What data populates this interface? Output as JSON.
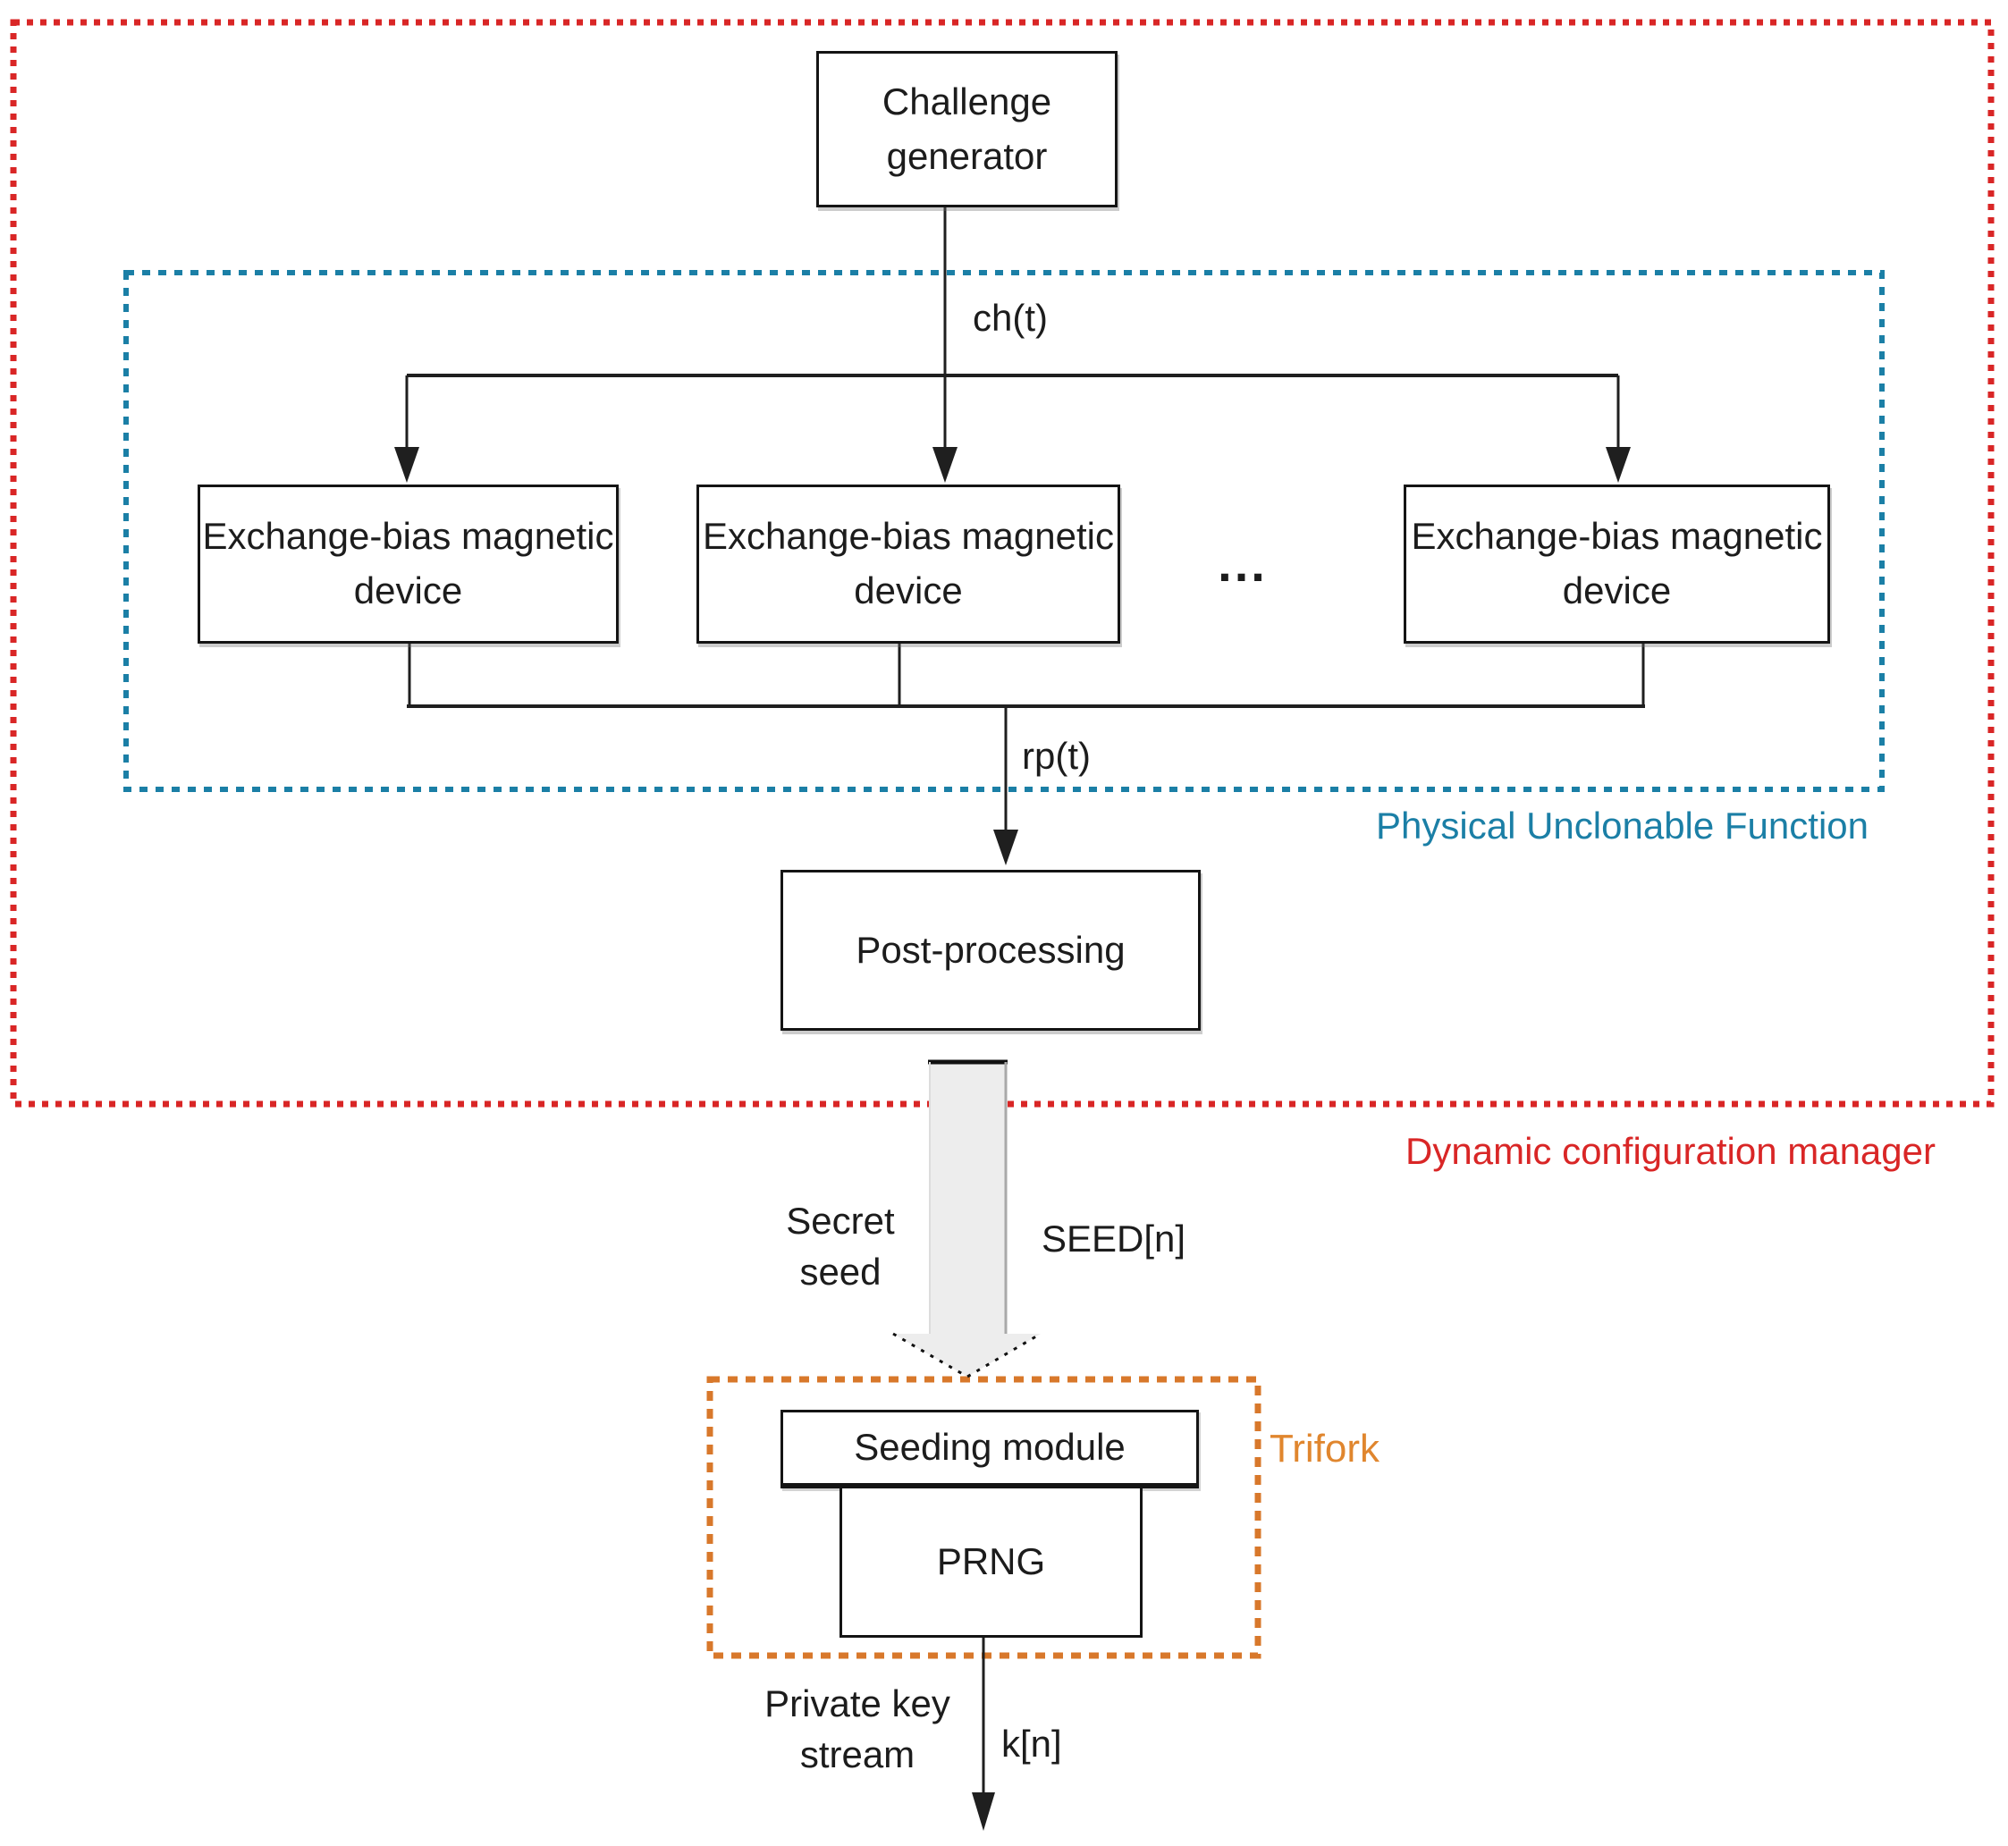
{
  "colors": {
    "red": "#d92626",
    "blue": "#1b7fa6",
    "orange": "#d8782b",
    "orange_label": "#e0862e",
    "line": "#1f1f1f",
    "box_border": "#141414",
    "text": "#1c1c1c",
    "arrow_fill": "#ededed",
    "arrow_edge": "#a9a9a9"
  },
  "regions": {
    "dynamic_config": {
      "label": "Dynamic configuration manager"
    },
    "puf": {
      "label": "Physical Unclonable Function"
    },
    "trifork": {
      "label": "Trifork"
    }
  },
  "nodes": {
    "challenge": {
      "label": "Challenge generator"
    },
    "devices": [
      {
        "label": "Exchange-bias magnetic device"
      },
      {
        "label": "Exchange-bias magnetic device"
      },
      {
        "label": "Exchange-bias magnetic device"
      }
    ],
    "ellipsis": "...",
    "post": {
      "label": "Post-processing"
    },
    "seeding": {
      "label": "Seeding module"
    },
    "prng": {
      "label": "PRNG"
    }
  },
  "edge_labels": {
    "ch": "ch(t)",
    "rp": "rp(t)",
    "seed_signal": "SEED[n]",
    "secret_seed": "Secret seed",
    "private_key_stream": "Private key stream",
    "k": "k[n]"
  }
}
